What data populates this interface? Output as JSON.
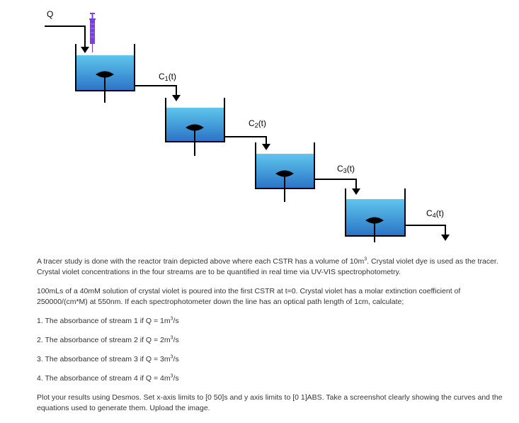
{
  "diagram": {
    "inlet_label": "Q",
    "stream_labels": [
      {
        "main": "C",
        "sub": "1",
        "tail": "(t)"
      },
      {
        "main": "C",
        "sub": "2",
        "tail": "(t)"
      },
      {
        "main": "C",
        "sub": "3",
        "tail": "(t)"
      },
      {
        "main": "C",
        "sub": "4",
        "tail": "(t)"
      }
    ],
    "colors": {
      "tank_top": "#5fc6ec",
      "tank_bottom": "#2a73c6",
      "syringe": "#7a3fe0",
      "line": "#000000"
    }
  },
  "problem": {
    "intro_a": "A tracer study is done with the reactor train depicted above where each CSTR has a volume of 10m",
    "intro_sup": "3",
    "intro_b": ". Crystal violet dye is used as the tracer. Crystal violet concentrations in the four streams are to be quantified in real time via UV-VIS spectrophotometry.",
    "setup": "100mLs of a 40mM solution of crystal violet is poured into the first CSTR at t=0. Crystal violet has a molar extinction coefficient of 250000/(cm*M) at 550nm. If each spectrophotometer down the line has an optical path length of 1cm, calculate;",
    "items": [
      {
        "text": "1. The absorbance of stream 1 if Q = 1m",
        "sup": "3",
        "unit": "/s"
      },
      {
        "text": "2. The absorbance of stream 2 if Q = 2m",
        "sup": "3",
        "unit": "/s"
      },
      {
        "text": "3. The absorbance of stream 3 if Q = 3m",
        "sup": "3",
        "unit": "/s"
      },
      {
        "text": "4. The absorbance of stream 4 if Q = 4m",
        "sup": "3",
        "unit": "/s"
      }
    ],
    "closing": "Plot your results using Desmos. Set x-axis limits to [0 50]s and y axis limits to [0 1]ABS. Take a screenshot clearly showing the curves and the equations used to generate them. Upload the image."
  }
}
